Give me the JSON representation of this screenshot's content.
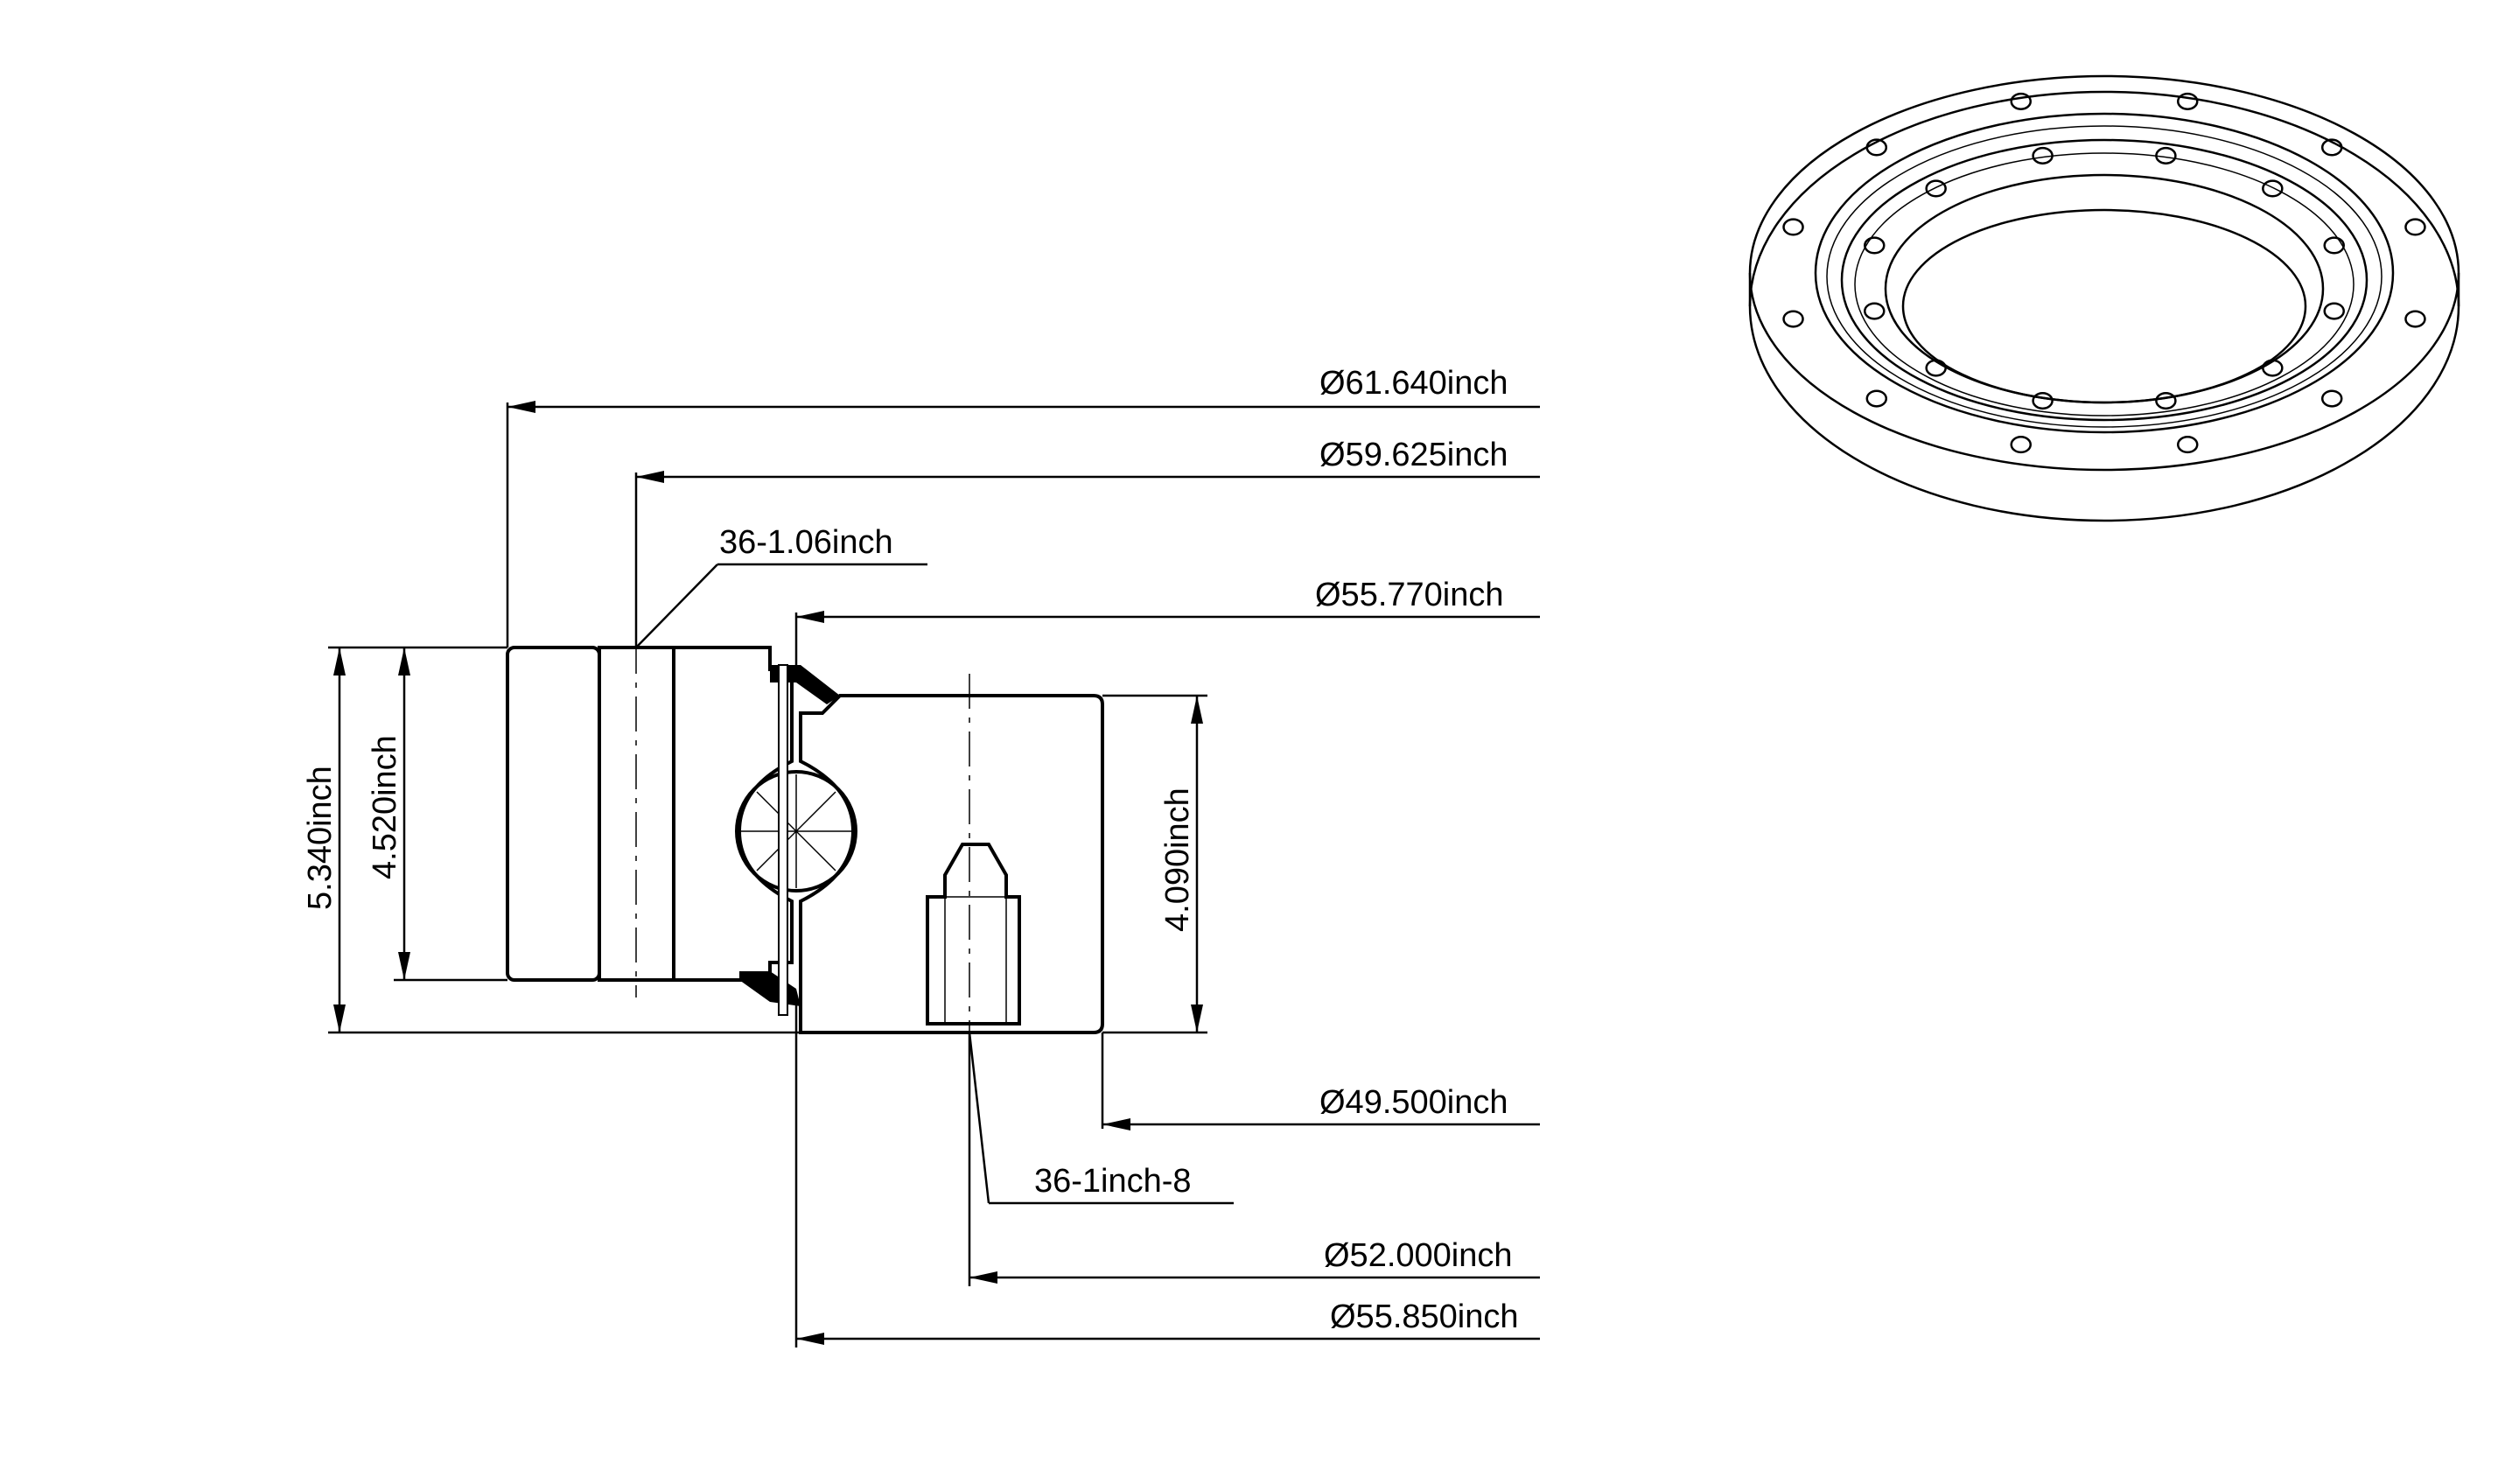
{
  "drawing": {
    "outer_diameter": "Ø61.640inch",
    "bolt_circle_outer": "Ø59.625inch",
    "outer_holes": "36-1.06inch",
    "gear_diameter": "Ø55.770inch",
    "inner_diameter": "Ø49.500inch",
    "inner_holes": "36-1inch-8",
    "bolt_circle_inner": "Ø52.000inch",
    "ball_diameter": "Ø55.850inch",
    "total_height": "5.340inch",
    "outer_ring_height": "4.520inch",
    "inner_ring_height": "4.090inch"
  }
}
